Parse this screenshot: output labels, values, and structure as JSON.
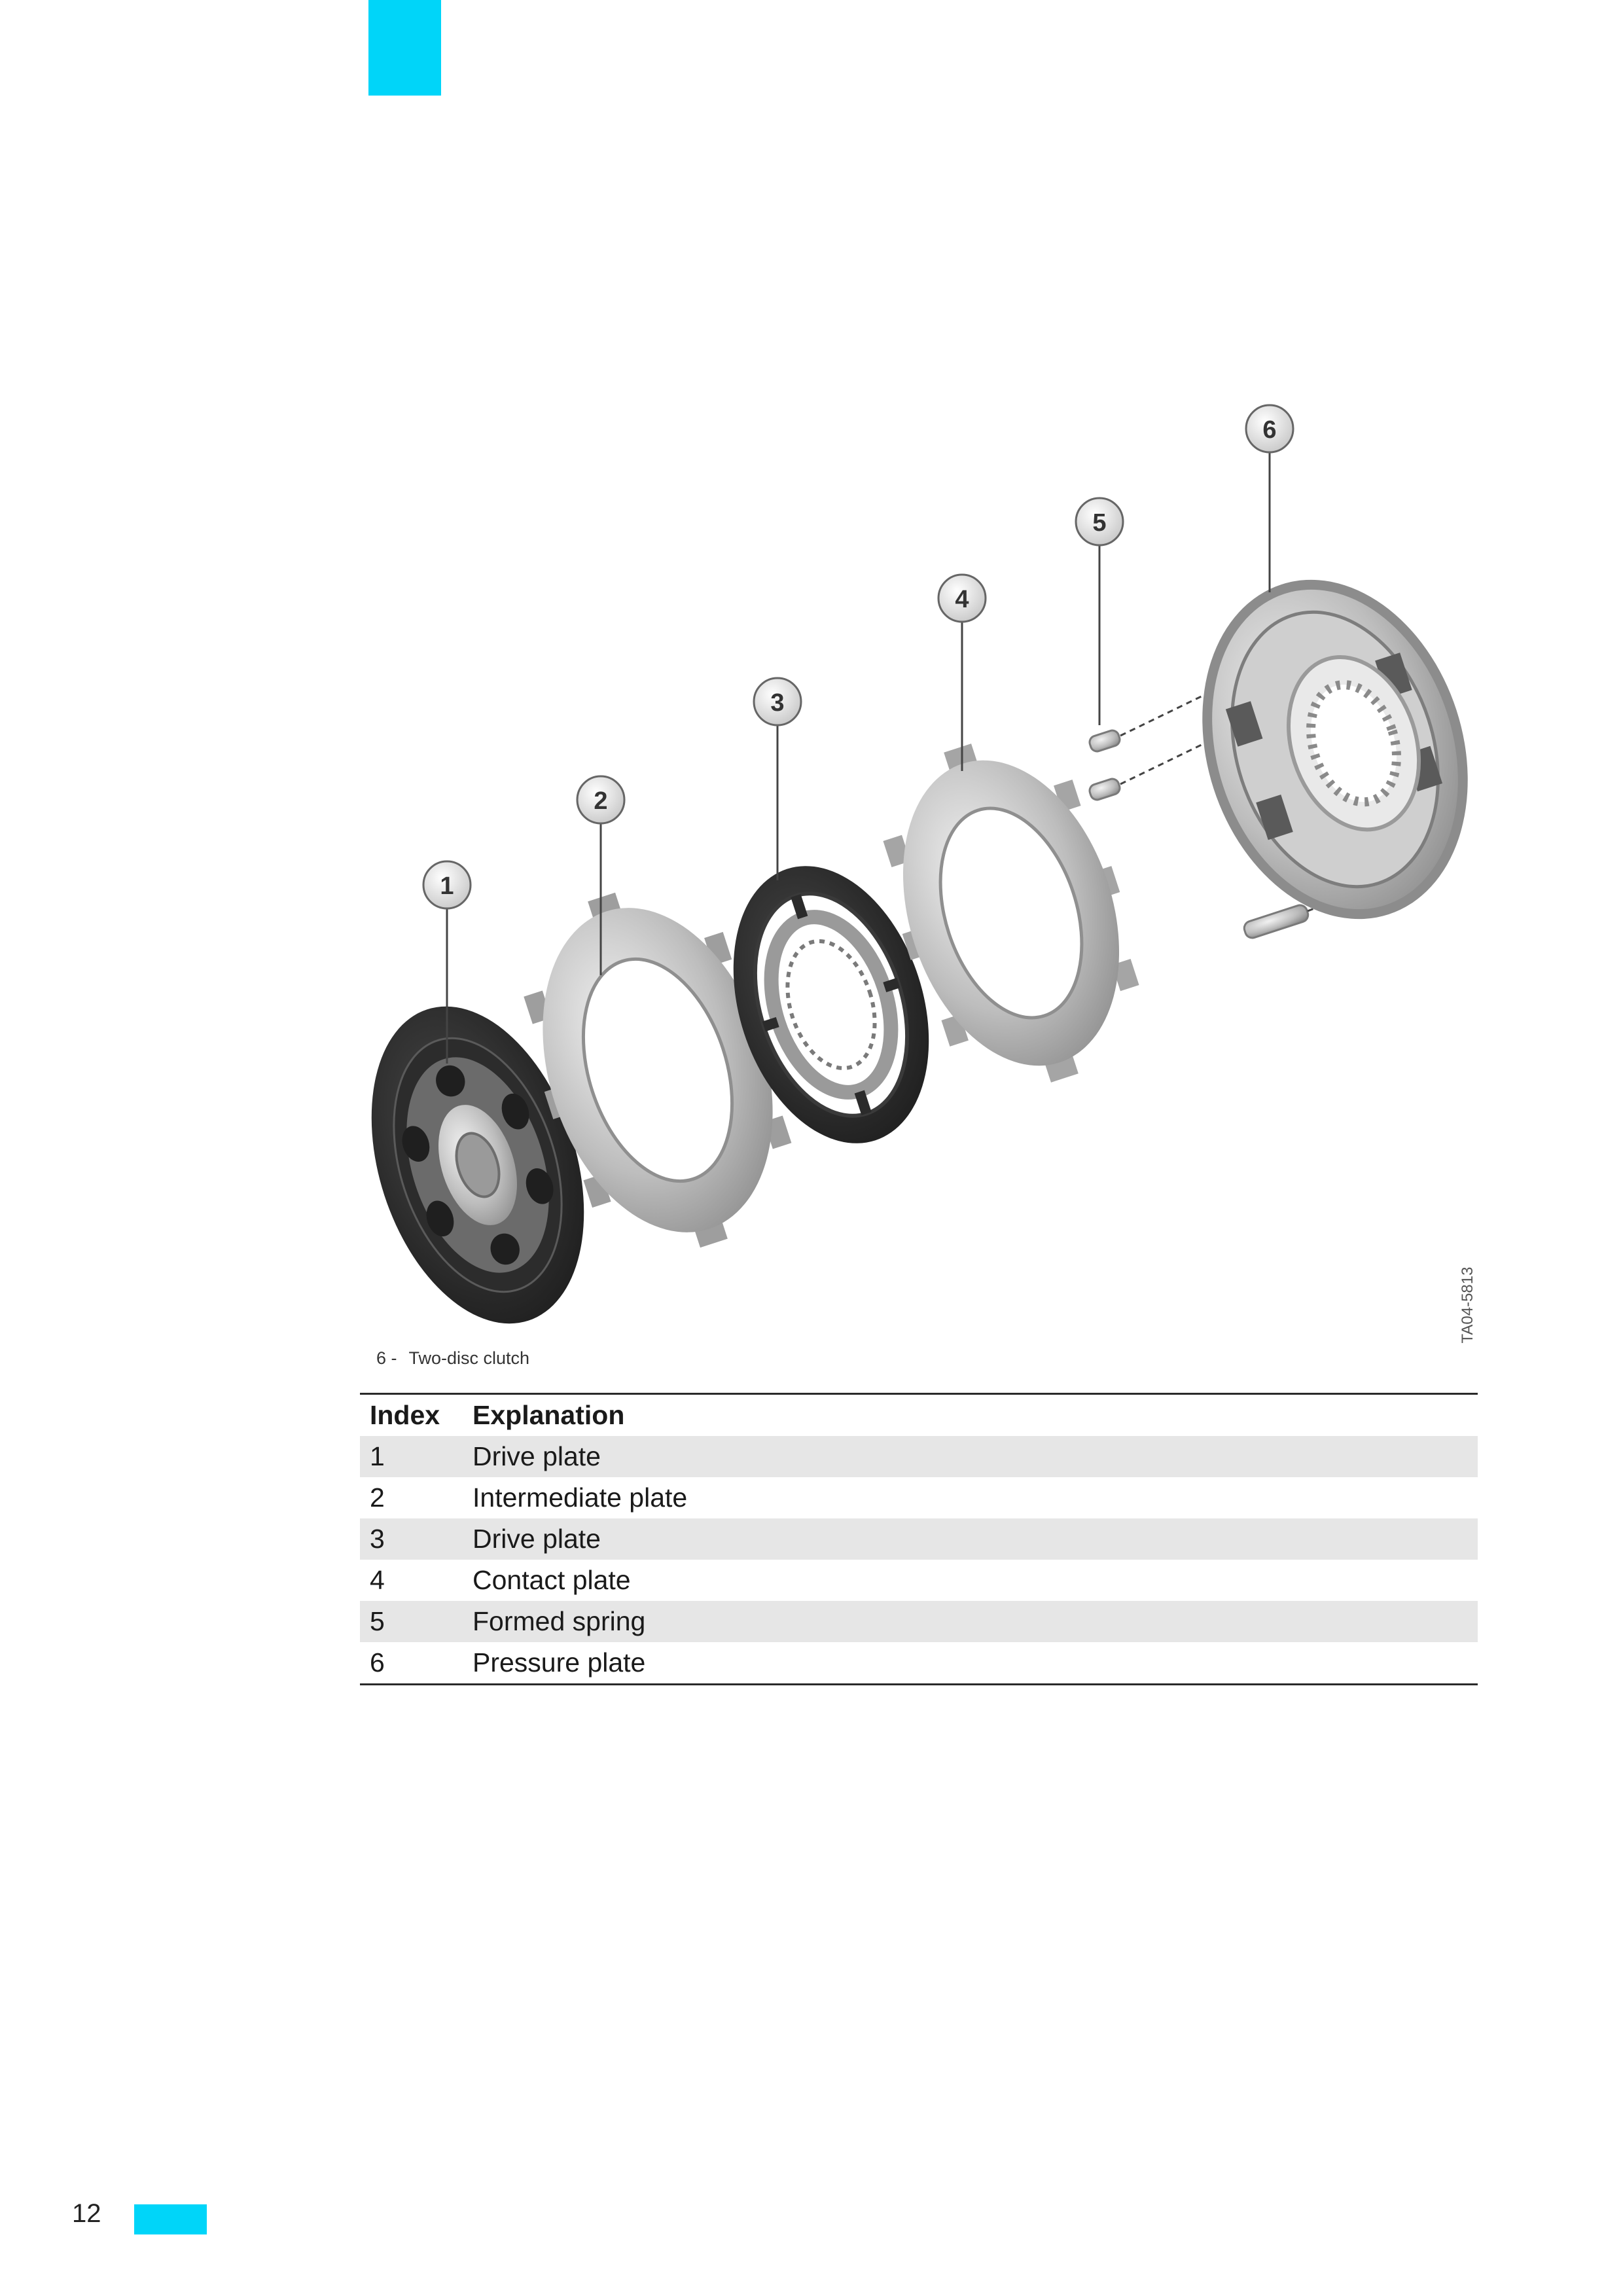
{
  "figure": {
    "callouts": [
      "1",
      "2",
      "3",
      "4",
      "5",
      "6"
    ],
    "code": "TA04-5813",
    "caption_number": "6 -",
    "caption_text": "Two-disc clutch"
  },
  "table": {
    "headers": [
      "Index",
      "Explanation"
    ],
    "rows": [
      [
        "1",
        "Drive plate"
      ],
      [
        "2",
        "Intermediate plate"
      ],
      [
        "3",
        "Drive plate"
      ],
      [
        "4",
        "Contact plate"
      ],
      [
        "5",
        "Formed spring"
      ],
      [
        "6",
        "Pressure plate"
      ]
    ]
  },
  "page": {
    "number": "12"
  },
  "colors": {
    "accent": "#00d5f9",
    "row_shade": "#e6e6e6"
  }
}
